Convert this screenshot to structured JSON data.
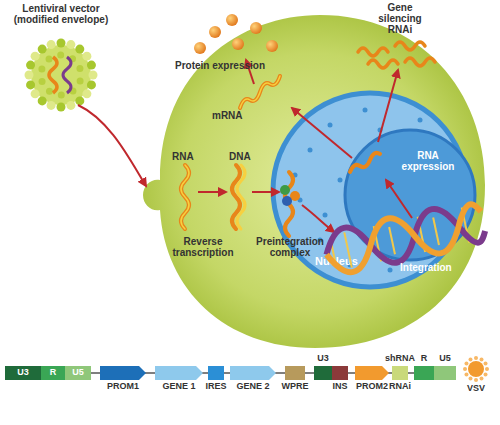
{
  "diagram": {
    "nodes": [
      {
        "text": [
          "Lentiviral vector (modified envelope)"
        ]
      },
      {
        "text": [
          "Nucleus"
        ]
      },
      {
        "text": [
          "U3"
        ]
      },
      {
        "text": [
          "R"
        ]
      },
      {
        "text": [
          "U5"
        ]
      },
      {
        "text": [
          "PROM1"
        ]
      },
      {
        "text": [
          "GENE 1"
        ]
      },
      {
        "text": [
          "IRES"
        ]
      },
      {
        "text": [
          "GENE 2"
        ]
      },
      {
        "text": [
          "WPRE"
        ]
      },
      {
        "text": [
          "U3"
        ]
      },
      {
        "text": [
          "INS"
        ]
      },
      {
        "text": [
          "PROM2"
        ]
      },
      {
        "text": [
          "shRNA",
          "RNAi"
        ]
      },
      {
        "text": [
          "R"
        ]
      },
      {
        "text": [
          "U5"
        ]
      },
      {
        "text": [
          "VSV"
        ]
      }
    ],
    "labels": [
      "Protein expression",
      "Gene silencing RNAi",
      "mRNA",
      "RNA expression",
      "RNA",
      "DNA",
      "Reverse transcription",
      "Preintegration complex",
      "Integration"
    ]
  }
}
